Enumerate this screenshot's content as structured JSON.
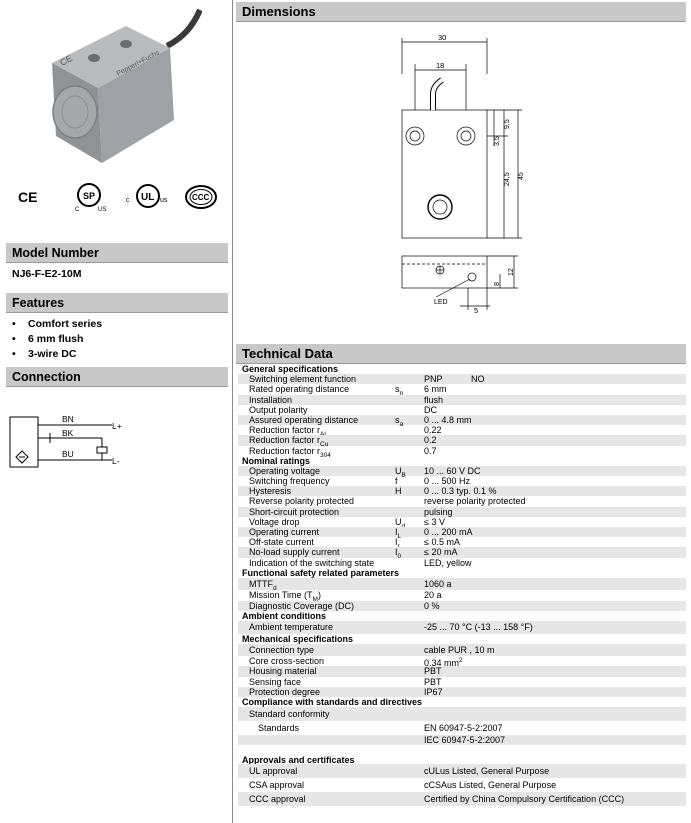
{
  "sections": {
    "dimensions": "Dimensions",
    "model_number": "Model Number",
    "features": "Features",
    "connection": "Connection",
    "technical_data": "Technical Data"
  },
  "model_number": "NJ6-F-E2-10M",
  "features": [
    "Comfort series",
    "6 mm flush",
    "3-wire DC"
  ],
  "certifications": {
    "ce": "CE",
    "csa": "C US",
    "ul": "c UL us",
    "ccc": "CCC"
  },
  "connection": {
    "wires": [
      "BN",
      "BK",
      "BU"
    ],
    "labels": [
      "L+",
      "L-"
    ]
  },
  "dimensions": {
    "width": "30",
    "hole_spacing": "18",
    "d_3_5": "3,5",
    "d_9_5": "9,5",
    "d_24_5": "24,5",
    "height": "45",
    "d_8": "8",
    "d_12": "12",
    "d_5": "5",
    "led": "LED"
  },
  "technical": [
    {
      "type": "group",
      "label": "General specifications"
    },
    {
      "type": "row",
      "param": "Switching element function",
      "sym": "",
      "value": "PNP",
      "value2": "NO"
    },
    {
      "type": "row",
      "param": "Rated operating distance",
      "sym": "s",
      "sub": "n",
      "value": "6 mm"
    },
    {
      "type": "row",
      "param": "Installation",
      "sym": "",
      "value": "flush"
    },
    {
      "type": "row",
      "param": "Output polarity",
      "sym": "",
      "value": "DC"
    },
    {
      "type": "row",
      "param": "Assured operating distance",
      "sym": "s",
      "sub": "a",
      "value": "0 ... 4.8 mm"
    },
    {
      "type": "row",
      "param": "Reduction factor r",
      "psub": "Al",
      "sym": "",
      "value": "0.22"
    },
    {
      "type": "row",
      "param": "Reduction factor r",
      "psub": "Cu",
      "sym": "",
      "value": "0.2"
    },
    {
      "type": "row",
      "param": "Reduction factor r",
      "psub": "304",
      "sym": "",
      "value": "0.7"
    },
    {
      "type": "group",
      "label": "Nominal ratings"
    },
    {
      "type": "row",
      "param": "Operating voltage",
      "sym": "U",
      "sub": "B",
      "value": "10 ... 60 V DC"
    },
    {
      "type": "row",
      "param": "Switching frequency",
      "sym": "f",
      "value": "0 ... 500 Hz"
    },
    {
      "type": "row",
      "param": "Hysteresis",
      "sym": "H",
      "value": "0 ... 0.3  typ. 0.1  %"
    },
    {
      "type": "row",
      "param": "Reverse polarity protected",
      "sym": "",
      "value": "reverse polarity protected"
    },
    {
      "type": "row",
      "param": "Short-circuit protection",
      "sym": "",
      "value": "pulsing"
    },
    {
      "type": "row",
      "param": "Voltage drop",
      "sym": "U",
      "sub": "d",
      "value": "≤ 3 V"
    },
    {
      "type": "row",
      "param": "Operating current",
      "sym": "I",
      "sub": "L",
      "value": "0 ... 200 mA"
    },
    {
      "type": "row",
      "param": "Off-state current",
      "sym": "I",
      "sub": "r",
      "value": "≤ 0.5 mA"
    },
    {
      "type": "row",
      "param": "No-load supply current",
      "sym": "I",
      "sub": "0",
      "value": "≤ 20 mA"
    },
    {
      "type": "row",
      "param": "Indication of the switching state",
      "sym": "",
      "value": "LED, yellow"
    },
    {
      "type": "group",
      "label": "Functional safety related parameters"
    },
    {
      "type": "row",
      "tall": true,
      "param": "MTTF",
      "psub": "d",
      "sym": "",
      "value": "1060 a"
    },
    {
      "type": "row",
      "param": "Mission Time (T",
      "psub": "M",
      "ptail": ")",
      "sym": "",
      "value": "20 a"
    },
    {
      "type": "row",
      "param": "Diagnostic Coverage (DC)",
      "sym": "",
      "value": "0 %"
    },
    {
      "type": "group",
      "label": "Ambient conditions"
    },
    {
      "type": "row",
      "tall": true,
      "param": "Ambient temperature",
      "sym": "",
      "value": "-25 ... 70 °C (-13 ... 158 °F)"
    },
    {
      "type": "group",
      "label": "Mechanical specifications"
    },
    {
      "type": "row",
      "tall": true,
      "param": "Connection type",
      "sym": "",
      "value": "cable PUR , 10 m"
    },
    {
      "type": "row",
      "param": "Core cross-section",
      "sym": "",
      "value": "0.34 mm",
      "vsup": "2"
    },
    {
      "type": "row",
      "param": "Housing material",
      "sym": "",
      "value": "PBT"
    },
    {
      "type": "row",
      "param": "Sensing face",
      "sym": "",
      "value": "PBT"
    },
    {
      "type": "row",
      "param": "Protection degree",
      "sym": "",
      "value": "IP67"
    },
    {
      "type": "group",
      "label": "Compliance with standards and directives"
    },
    {
      "type": "row",
      "sp": true,
      "param": "Standard conformity",
      "sym": "",
      "value": ""
    },
    {
      "type": "row",
      "sp": true,
      "indent": true,
      "param": "Standards",
      "sym": "",
      "value": "EN 60947-5-2:2007"
    },
    {
      "type": "row",
      "param": "",
      "sym": "",
      "value": "IEC 60947-5-2:2007"
    },
    {
      "type": "group",
      "label": "Approvals and certificates",
      "spaced": true
    },
    {
      "type": "row",
      "sp": true,
      "param": "UL approval",
      "sym": "",
      "value": "cULus Listed, General Purpose"
    },
    {
      "type": "row",
      "sp": true,
      "param": "CSA approval",
      "sym": "",
      "value": "cCSAus Listed, General Purpose"
    },
    {
      "type": "row",
      "sp": true,
      "param": "CCC approval",
      "sym": "",
      "value": "Certified by China Compulsory Certification (CCC)"
    }
  ]
}
